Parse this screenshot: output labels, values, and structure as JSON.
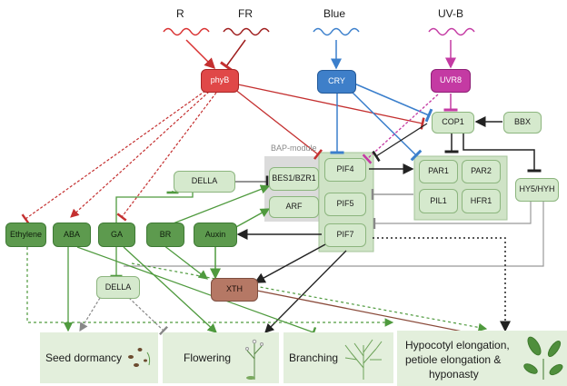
{
  "signals": {
    "red": "R",
    "far_red": "FR",
    "blue": "Blue",
    "uvb": "UV-B"
  },
  "module_label": "BAP-module",
  "nodes": {
    "phyB": "phyB",
    "CRY": "CRY",
    "UVR8": "UVR8",
    "COP1": "COP1",
    "BBX": "BBX",
    "DELLA_top": "DELLA",
    "BES1_BZR1": "BES1/BZR1",
    "ARF": "ARF",
    "PIF4": "PIF4",
    "PIF5": "PIF5",
    "PIF7": "PIF7",
    "PAR1": "PAR1",
    "PAR2": "PAR2",
    "PIL1": "PIL1",
    "HFR1": "HFR1",
    "HY5_HYH": "HY5/HYH",
    "Ethylene": "Ethylene",
    "ABA": "ABA",
    "GA": "GA",
    "BR": "BR",
    "Auxin": "Auxin",
    "DELLA_bottom": "DELLA",
    "XTH": "XTH"
  },
  "outcomes": {
    "seed_dormancy": "Seed dormancy",
    "flowering": "Flowering",
    "branching": "Branching",
    "hypocotyl_line1": "Hypocotyl elongation,",
    "hypocotyl_line2": "petiole elongation &",
    "hypocotyl_line3": "hyponasty"
  },
  "colors": {
    "red": "#d93030",
    "far_red": "#9e1c1c",
    "blue": "#3b7fcc",
    "uvb": "#c43aa3",
    "green": "#5aa547",
    "dark": "#222222",
    "grey": "#9a9a9a",
    "brown": "#8a4a3a"
  }
}
